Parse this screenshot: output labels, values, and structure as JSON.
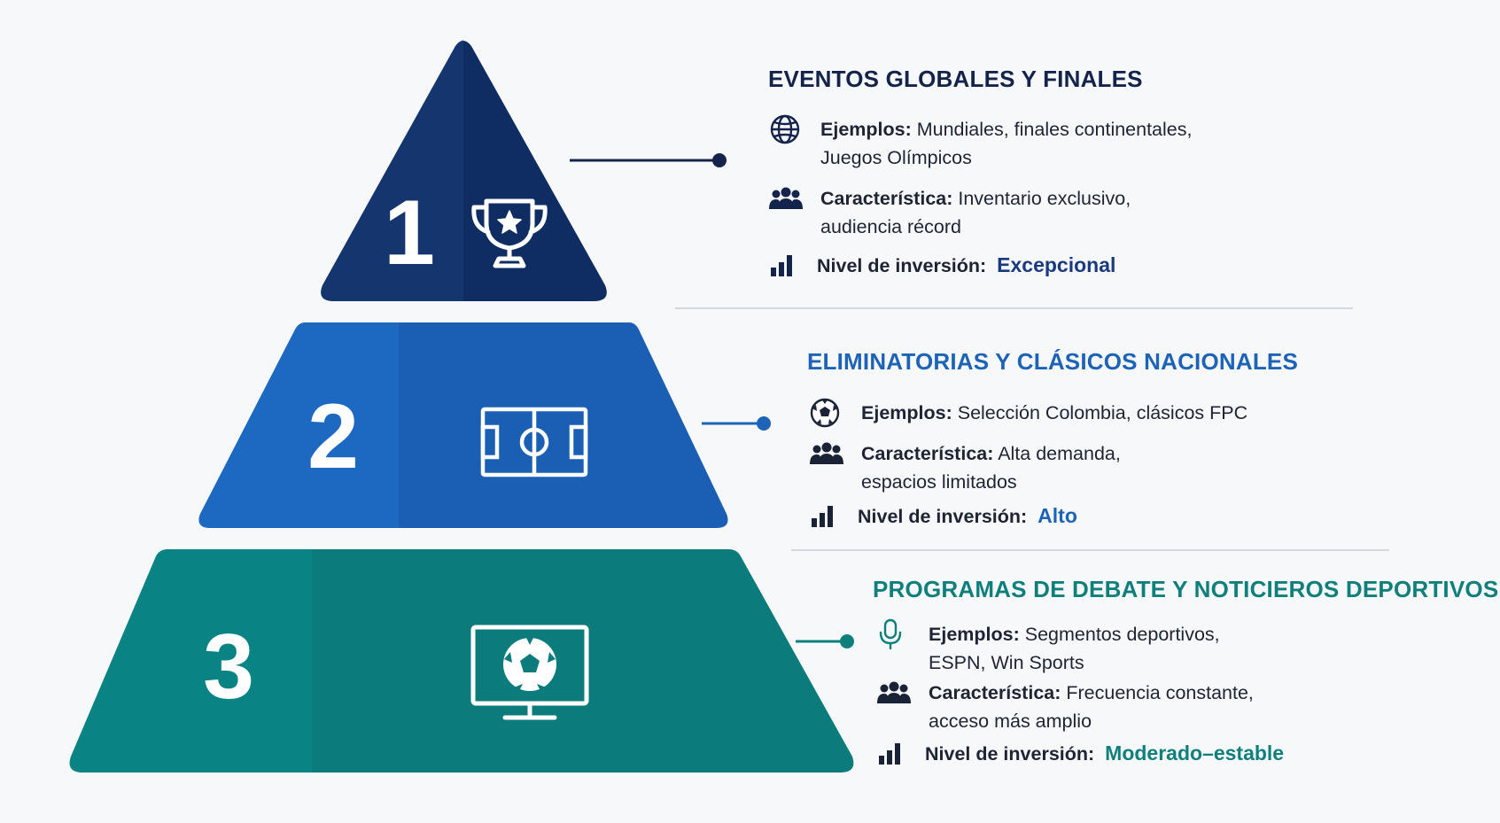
{
  "colors": {
    "tier1": "#0f2d62",
    "tier1_light": "#1a3a73",
    "tier2": "#1a5fb4",
    "tier2_light": "#1e6ac3",
    "tier3": "#0b7b7c",
    "tier3_light": "#0a8384",
    "title1": "#14234a",
    "title2": "#1d63b7",
    "title3": "#0f7f7c"
  },
  "tiers": [
    {
      "number": "1",
      "icon": "trophy-icon",
      "title": "EVENTOS GLOBALES Y FINALES",
      "examples_icon": "globe-icon",
      "examples_label": "Ejemplos:",
      "examples_line1": "Mundiales, finales continentales,",
      "examples_line2": "Juegos Olímpicos",
      "feature_icon": "people-icon",
      "feature_label": "Característica:",
      "feature_line1": "Inventario exclusivo,",
      "feature_line2": "audiencia récord",
      "level_icon": "bar-chart-icon",
      "level_label": "Nivel de inversión:",
      "level_value": "Excepcional"
    },
    {
      "number": "2",
      "icon": "soccer-field-icon",
      "title": "ELIMINATORIAS Y CLÁSICOS NACIONALES",
      "examples_icon": "soccer-ball-icon",
      "examples_label": "Ejemplos:",
      "examples_line1": "Selección Colombia, clásicos FPC",
      "feature_icon": "people-icon",
      "feature_label": "Característica:",
      "feature_line1": "Alta demanda,",
      "feature_line2": "espacios limitados",
      "level_icon": "bar-chart-icon",
      "level_label": "Nivel de inversión:",
      "level_value": "Alto"
    },
    {
      "number": "3",
      "icon": "tv-soccer-icon",
      "title": "PROGRAMAS DE DEBATE Y NOTICIEROS DEPORTIVOS",
      "examples_icon": "microphone-icon",
      "examples_label": "Ejemplos:",
      "examples_line1": "Segmentos deportivos,",
      "examples_line2": "ESPN, Win Sports",
      "feature_icon": "people-icon",
      "feature_label": "Característica:",
      "feature_line1": "Frecuencia constante,",
      "feature_line2": "acceso más amplio",
      "level_icon": "bar-chart-icon",
      "level_label": "Nivel de inversión:",
      "level_value": "Moderado–estable"
    }
  ]
}
